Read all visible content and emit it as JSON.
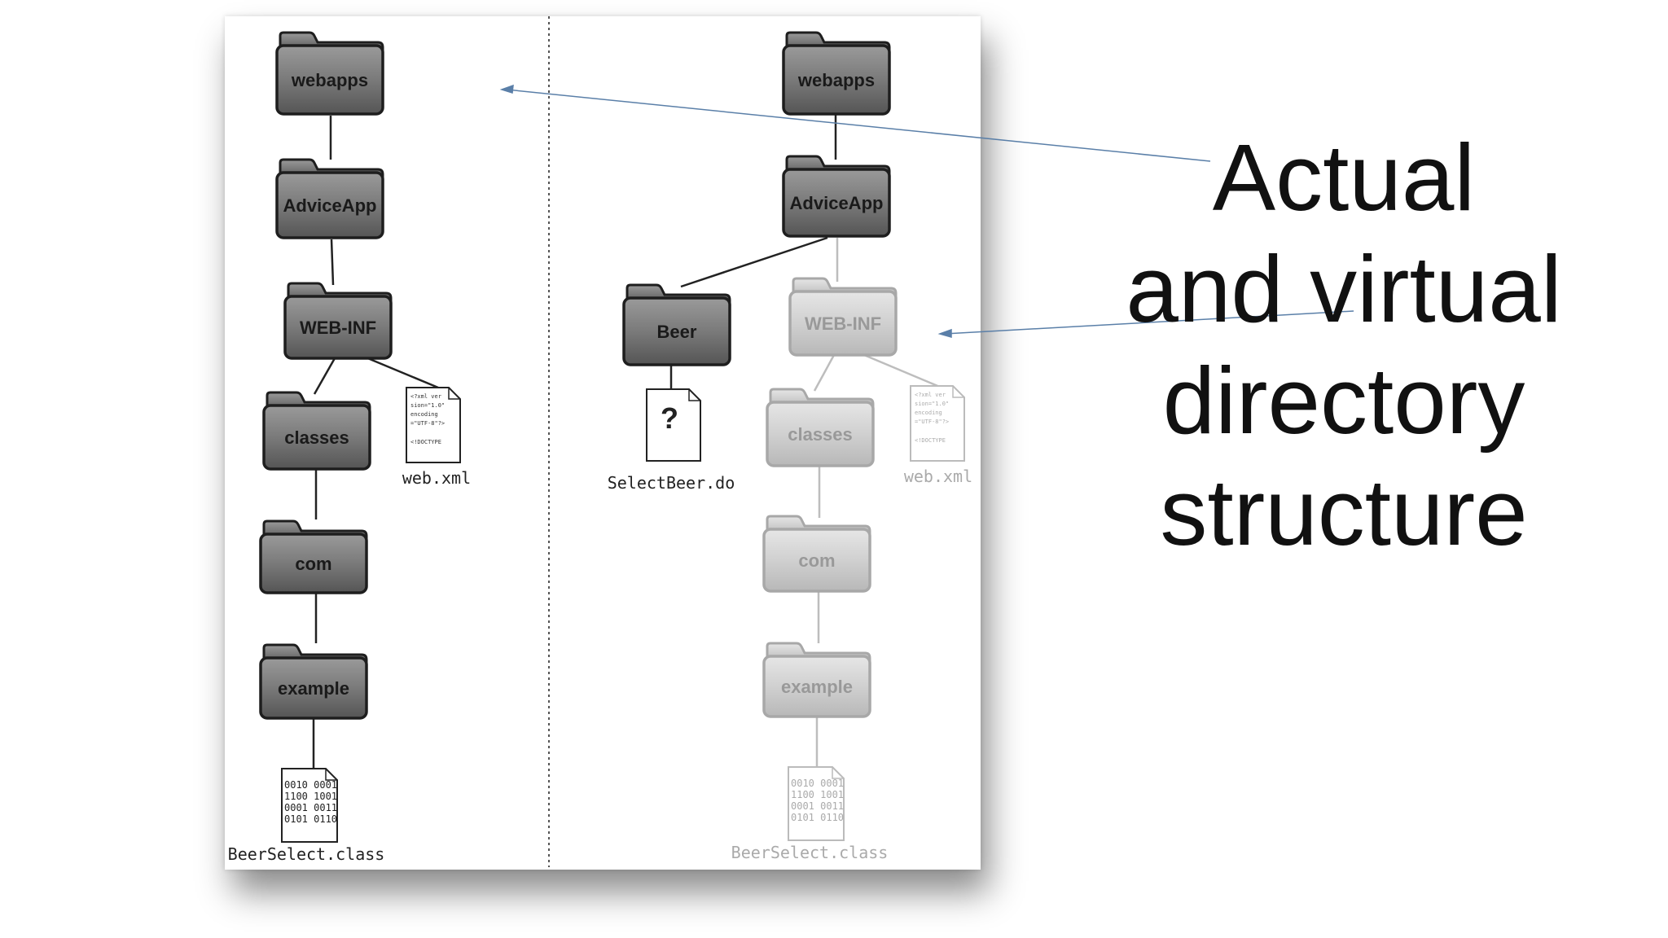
{
  "slide": {
    "title_lines": [
      "Actual",
      "and virtual",
      "directory",
      "structure"
    ]
  },
  "actual_tree": {
    "folders": [
      "webapps",
      "AdviceApp",
      "WEB-INF",
      "classes",
      "com",
      "example"
    ],
    "files": {
      "web_xml": "web.xml",
      "class_file": "BeerSelect.class"
    }
  },
  "virtual_tree": {
    "folders": [
      "webapps",
      "AdviceApp",
      "Beer",
      "WEB-INF",
      "classes",
      "com",
      "example"
    ],
    "files": {
      "request": "SelectBeer.do",
      "request_glyph": "?",
      "web_xml": "web.xml",
      "class_file": "BeerSelect.class"
    }
  },
  "icons": {
    "folder": "folder-icon",
    "xml_document": "xml-document-icon",
    "binary_document": "binary-document-icon",
    "unknown_document": "question-document-icon"
  },
  "binary_text": {
    "lines": [
      "0010 0001",
      "1100 1001",
      "0001 0011",
      "0101 0110"
    ]
  },
  "xml_text": {
    "lines": [
      "<?xml ver",
      "sion=\"1.0\"",
      "encoding",
      "=\"UTF-8\"?>",
      "",
      "<!DOCTYPE"
    ]
  },
  "colors": {
    "folder_dark": "#6e6e6e",
    "folder_faded": "#c8c8c8",
    "label_dark": "#1a1a1a",
    "label_faded": "#999999",
    "arrow": "#5a7fa8"
  }
}
